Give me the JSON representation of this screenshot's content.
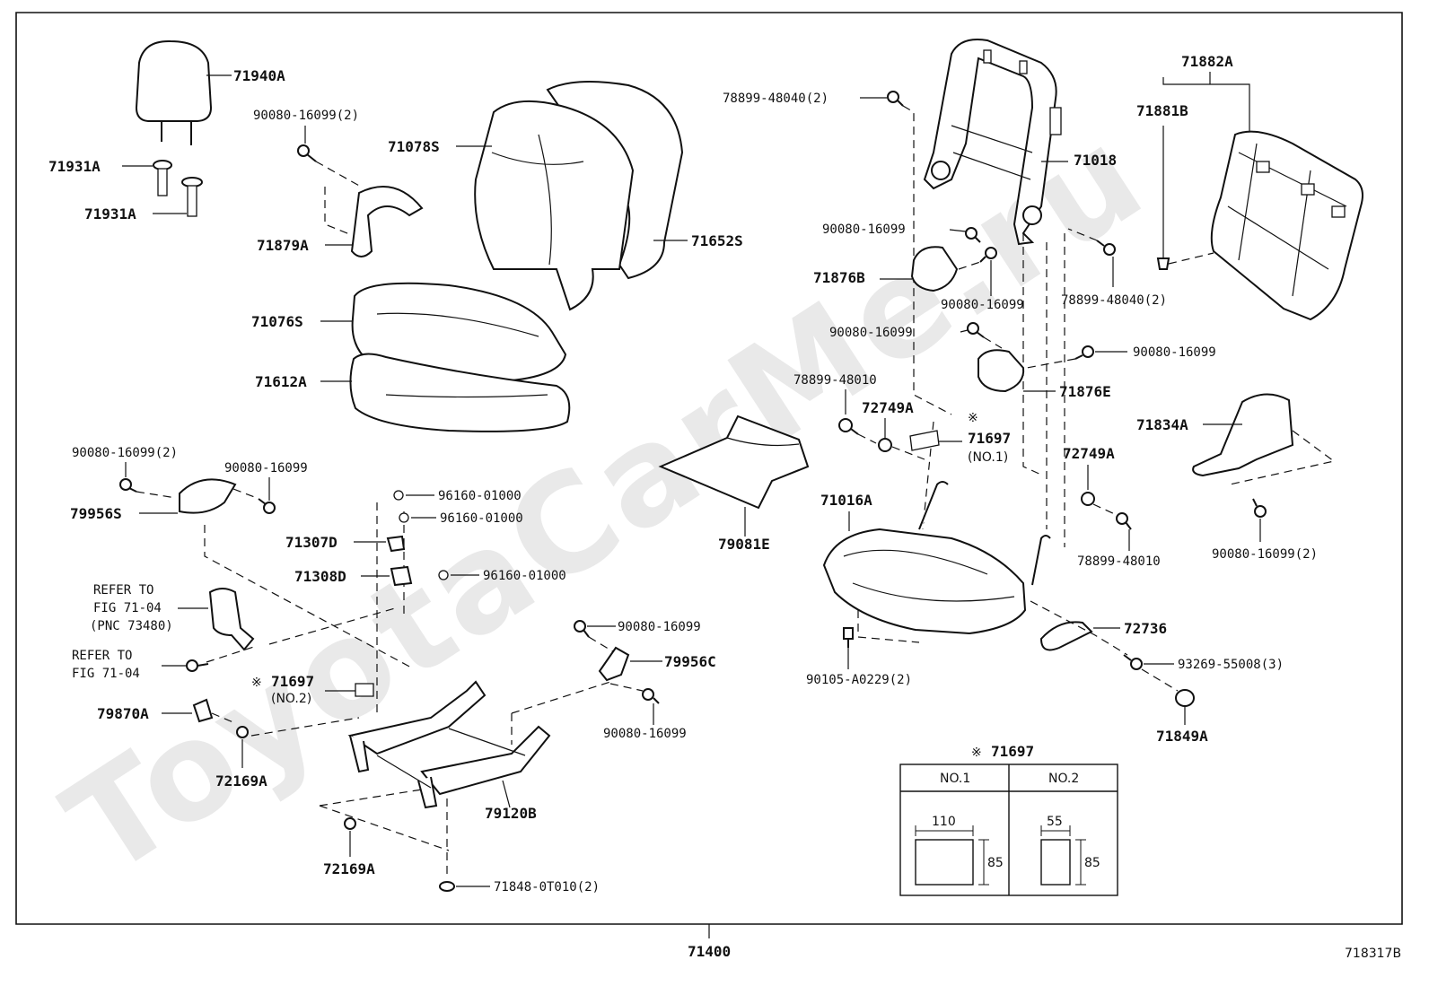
{
  "watermark": "ToyotaCarMe.ru",
  "figure_id": "718317B",
  "assembly_number": "71400",
  "labels": {
    "l71940A": "71940A",
    "l71931A_1": "71931A",
    "l71931A_2": "71931A",
    "l90080_16099_2a": "90080-16099(2)",
    "l71879A": "71879A",
    "l71078S": "71078S",
    "l71652S": "71652S",
    "l71076S": "71076S",
    "l71612A": "71612A",
    "l78899_48040_2a": "78899-48040(2)",
    "l71018": "71018",
    "l71882A": "71882A",
    "l71881B": "71881B",
    "l90080_16099_a": "90080-16099",
    "l71876B": "71876B",
    "l90080_16099_b": "90080-16099",
    "l78899_48040_2b": "78899-48040(2)",
    "l90080_16099_c": "90080-16099",
    "l90080_16099_d": "90080-16099",
    "l78899_48010_a": "78899-48010",
    "l71876E": "71876E",
    "l72749A_a": "72749A",
    "l71697_no1": "71697",
    "l71697_no1_sub": "(NO.1)",
    "l71834A": "71834A",
    "l72749A_b": "72749A",
    "l90080_16099_2b": "90080-16099(2)",
    "l90080_16099_e": "90080-16099",
    "l79956S": "79956S",
    "l96160_01000_a": "96160-01000",
    "l96160_01000_b": "96160-01000",
    "l71307D": "71307D",
    "l71308D": "71308D",
    "l96160_01000_c": "96160-01000",
    "l71016A": "71016A",
    "l79081E": "79081E",
    "l78899_48010_b": "78899-48010",
    "l90080_16099_2c": "90080-16099(2)",
    "l72736": "72736",
    "l90080_16099_f": "90080-16099",
    "l79956C": "79956C",
    "l90080_16099_g": "90080-16099",
    "l90105_A0229_2": "90105-A0229(2)",
    "l93269_55008_3": "93269-55008(3)",
    "l71849A": "71849A",
    "l71697_no2": "71697",
    "l71697_no2_sub": "(NO.2)",
    "l79870A": "79870A",
    "l72169A_a": "72169A",
    "l79120B": "79120B",
    "l72169A_b": "72169A",
    "l71848_0T010_2": "71848-0T010(2)",
    "refer1_line1": "REFER TO",
    "refer1_line2": "FIG 71-04",
    "refer1_line3": "(PNC 73480)",
    "refer2_line1": "REFER TO",
    "refer2_line2": "FIG 71-04"
  },
  "dimension_table": {
    "title": "71697",
    "columns": [
      "NO.1",
      "NO.2"
    ],
    "no1": {
      "width": "110",
      "height": "85"
    },
    "no2": {
      "width": "55",
      "height": "85"
    }
  }
}
